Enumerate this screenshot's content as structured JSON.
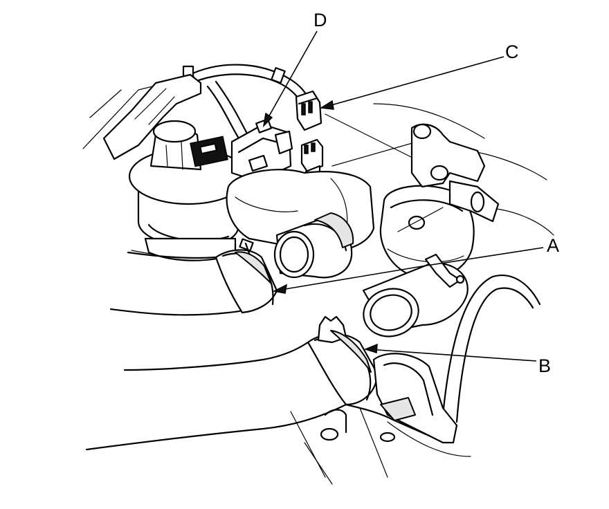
{
  "callouts": {
    "A": "A",
    "B": "B",
    "C": "C",
    "D": "D"
  },
  "colors": {
    "line": "#000000",
    "background": "#ffffff",
    "shade": "#e6e6e6"
  }
}
